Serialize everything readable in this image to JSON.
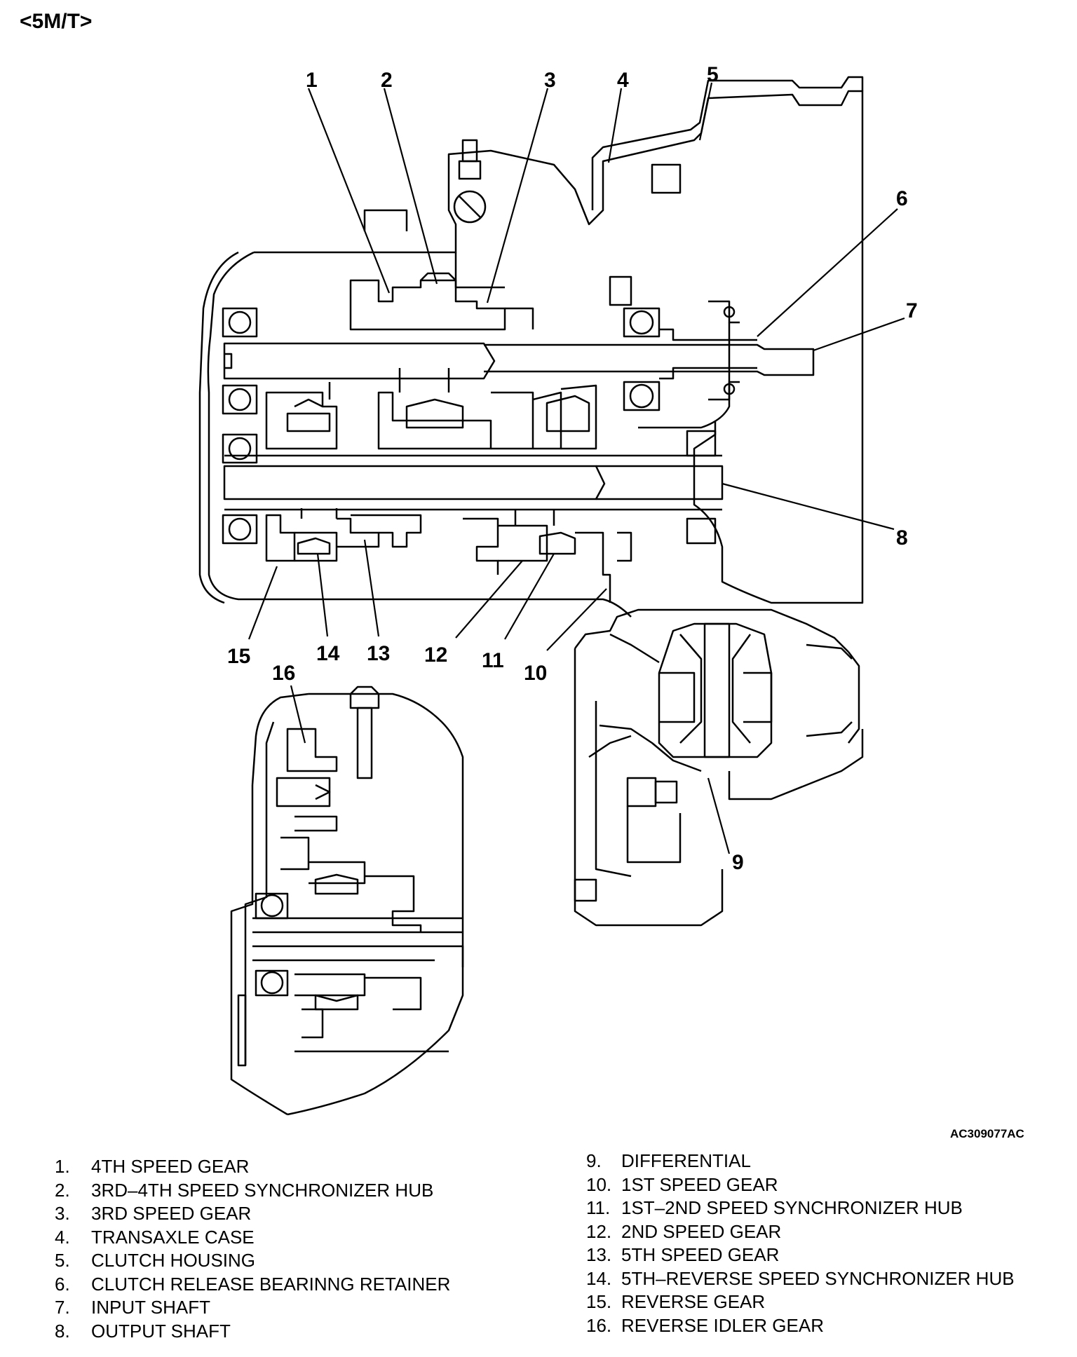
{
  "title": "<5M/T>",
  "figure_code": "AC309077AC",
  "callouts": [
    "1",
    "2",
    "3",
    "4",
    "5",
    "6",
    "7",
    "8",
    "9",
    "10",
    "11",
    "12",
    "13",
    "14",
    "15",
    "16"
  ],
  "legend": [
    {
      "num": "1.",
      "text": "4TH SPEED GEAR"
    },
    {
      "num": "2.",
      "text": "3RD–4TH SPEED SYNCHRONIZER HUB"
    },
    {
      "num": "3.",
      "text": "3RD SPEED GEAR"
    },
    {
      "num": "4.",
      "text": "TRANSAXLE CASE"
    },
    {
      "num": "5.",
      "text": "CLUTCH HOUSING"
    },
    {
      "num": "6.",
      "text": "CLUTCH RELEASE BEARINNG RETAINER"
    },
    {
      "num": "7.",
      "text": "INPUT SHAFT"
    },
    {
      "num": "8.",
      "text": "OUTPUT SHAFT"
    },
    {
      "num": "9.",
      "text": "DIFFERENTIAL"
    },
    {
      "num": "10.",
      "text": "1ST SPEED GEAR"
    },
    {
      "num": "11.",
      "text": "1ST–2ND SPEED SYNCHRONIZER HUB"
    },
    {
      "num": "12.",
      "text": "2ND SPEED GEAR"
    },
    {
      "num": "13.",
      "text": "5TH SPEED GEAR"
    },
    {
      "num": "14.",
      "text": "5TH–REVERSE SPEED SYNCHRONIZER HUB"
    },
    {
      "num": "15.",
      "text": "REVERSE GEAR"
    },
    {
      "num": "16.",
      "text": "REVERSE IDLER GEAR"
    }
  ]
}
